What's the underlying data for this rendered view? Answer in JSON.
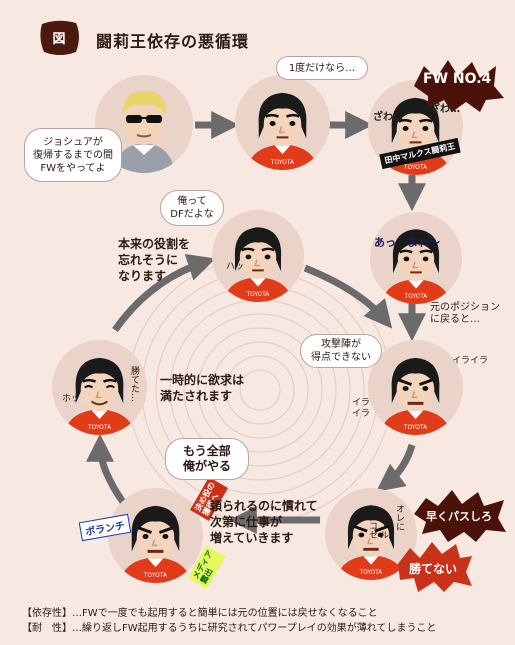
{
  "title": "闘莉王依存の悪循環",
  "title_badge": "図",
  "panels": {
    "p1": {
      "bubble": "ジョシュアが\n復帰するまでの間\nFWをやってよ"
    },
    "p2": {
      "bubble": "1度だけなら…"
    },
    "p3": {
      "burst": "FW NO.4",
      "sfx1": "ざわ…",
      "sfx2": "ざわ…",
      "banner": "田中マルクス闘莉王"
    },
    "p4": {
      "sfx": "あっ　まれ～",
      "side": "元のポジション\nに戻ると…"
    },
    "p5": {
      "bubble": "攻撃陣が\n得点できない",
      "sfx1": "イライラ",
      "sfx2": "イラ\nイラ"
    },
    "p6": {
      "sfx_left": "ボール\nヨコセ",
      "sfx_right": "オレに",
      "burst1": "早くパスしろ",
      "burst2": "勝てない"
    },
    "p7": {
      "sfx_left": "ボランチ",
      "stamp1": "決め役の\n獲得へ",
      "stamp2": "メディア\n露出"
    },
    "p8": {
      "sfx1": "ホッ",
      "sfx2": "勝てた…"
    },
    "p9": {
      "bubble": "俺って\nDFだよな",
      "sfx": "ハッ"
    }
  },
  "cycle_text": {
    "top": "本来の役割を\n忘れそうに\nなります",
    "middle": "一時的に欲求は\n満たされます",
    "mine": "もう全部\n俺がやる",
    "bottom": "頼られるのに慣れて\n次第に仕事が\n増えていきます"
  },
  "footnotes": [
    "【依存性】…FWで一度でも起用すると簡単には元の位置には戻せなくなること",
    "【耐　性】…繰り返しFW起用するうちに研究されてパワープレイの効果が薄れてしまうこと"
  ],
  "colors": {
    "bg": "#f7e8e2",
    "jersey": "#e23b1a",
    "burst": "#4a1208",
    "accent": "#8a1e0e"
  }
}
